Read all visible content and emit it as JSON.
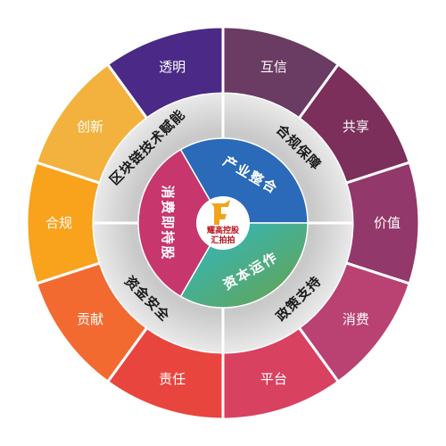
{
  "outer_ring": [
    {
      "label": "互信",
      "color": "#6a3b63"
    },
    {
      "label": "共享",
      "color": "#7b2f5a"
    },
    {
      "label": "价值",
      "color": "#93386a"
    },
    {
      "label": "消费",
      "color": "#b94273"
    },
    {
      "label": "平台",
      "color": "#d8415f"
    },
    {
      "label": "责任",
      "color": "#e9453f"
    },
    {
      "label": "贡献",
      "color": "#f36a31"
    },
    {
      "label": "合规",
      "color": "#f9a21b"
    },
    {
      "label": "创新",
      "color": "#f3b23e"
    },
    {
      "label": "透明",
      "color": "#4a2a86"
    }
  ],
  "middle_ring": [
    {
      "label": "合规保障"
    },
    {
      "label": "政策支持"
    },
    {
      "label": "资金安全"
    },
    {
      "label": "区块链技术赋能"
    }
  ],
  "inner_ring": [
    {
      "label": "产业整合",
      "color": "#2a6ab8"
    },
    {
      "label": "资本运作",
      "color": "#3aa6b8"
    },
    {
      "label": "消费即持股",
      "color": "#c8366e"
    }
  ],
  "logo": {
    "line1": "耀高控股",
    "line2": "汇拍拍"
  }
}
